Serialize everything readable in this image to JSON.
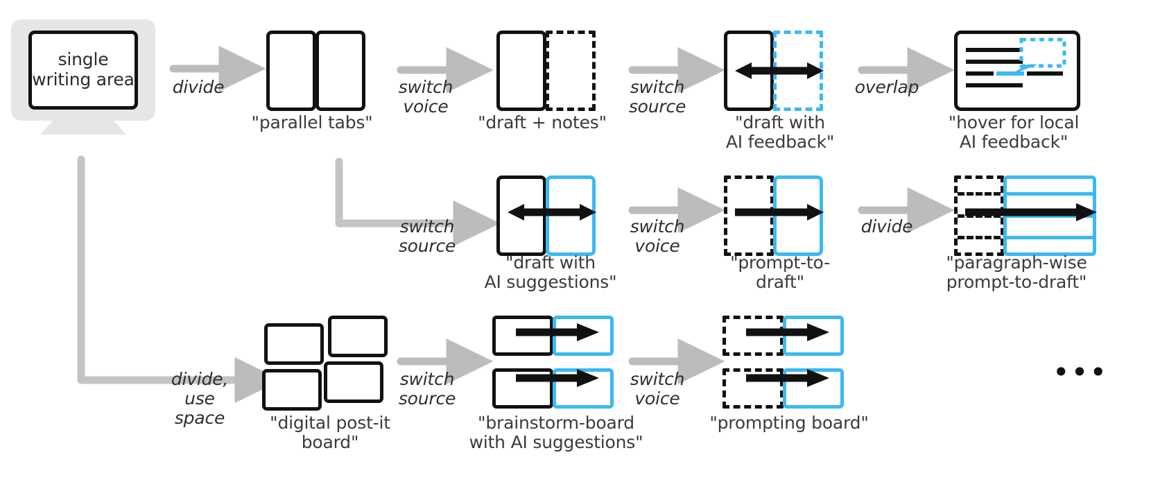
{
  "meta": {
    "title": "design space of AI writing interfaces",
    "colors": {
      "blue": "#3BB9F5",
      "black": "#111111",
      "arrow_gray": "#bcbcbc",
      "monitor_gray": "#e6e6e6",
      "caption_text": "#3b3b3b",
      "label_text": "#2e2e2e",
      "background": "#ffffff"
    }
  },
  "root": {
    "label": "single\nwriting area",
    "icon": "monitor-icon"
  },
  "rows": [
    {
      "id": "row-tabs",
      "nodes": [
        {
          "id": "parallel-tabs",
          "caption": "\"parallel tabs\""
        },
        {
          "id": "draft-notes",
          "caption": "\"draft + notes\""
        },
        {
          "id": "draft-ai-feedback",
          "caption": "\"draft with\nAI feedback\""
        },
        {
          "id": "hover-local-ai",
          "caption": "\"hover for local\nAI feedback\""
        }
      ],
      "edges": [
        {
          "id": "edge-divide",
          "label": "divide"
        },
        {
          "id": "edge-switch-voice-1",
          "label": "switch\nvoice"
        },
        {
          "id": "edge-switch-source-1",
          "label": "switch\nsource"
        },
        {
          "id": "edge-overlap",
          "label": "overlap"
        }
      ]
    },
    {
      "id": "row-draft",
      "nodes": [
        {
          "id": "draft-ai-suggestions",
          "caption": "\"draft with\nAI suggestions\""
        },
        {
          "id": "prompt-to-draft",
          "caption": "\"prompt-to-\ndraft\""
        },
        {
          "id": "paragraph-wise-ptd",
          "caption": "\"paragraph-wise\nprompt-to-draft\""
        }
      ],
      "edges": [
        {
          "id": "edge-switch-source-2",
          "label": "switch\nsource"
        },
        {
          "id": "edge-switch-voice-2",
          "label": "switch\nvoice"
        },
        {
          "id": "edge-divide-2",
          "label": "divide"
        }
      ]
    },
    {
      "id": "row-board",
      "nodes": [
        {
          "id": "digital-postit-board",
          "caption": "\"digital post-it\nboard\""
        },
        {
          "id": "brainstorm-board",
          "caption": "\"brainstorm-board\nwith AI suggestions\""
        },
        {
          "id": "prompting-board",
          "caption": "\"prompting board\""
        }
      ],
      "edges": [
        {
          "id": "edge-divide-use-space",
          "label": "divide,\nuse\nspace"
        },
        {
          "id": "edge-switch-source-3",
          "label": "switch\nsource"
        },
        {
          "id": "edge-switch-voice-3",
          "label": "switch\nvoice"
        }
      ],
      "more": "•••"
    }
  ]
}
